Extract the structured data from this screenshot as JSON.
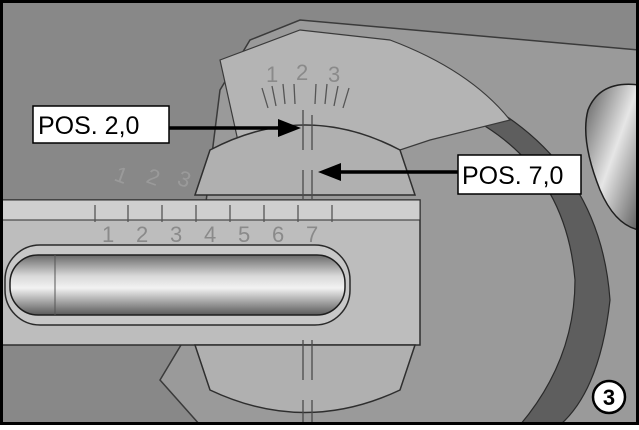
{
  "figure": {
    "labels": {
      "pos_a": "POS. 2,0",
      "pos_b": "POS. 7,0"
    },
    "arc_scale_numbers": [
      "1",
      "2",
      "3"
    ],
    "linear_scale_numbers": [
      "1",
      "2",
      "3",
      "4",
      "5",
      "6",
      "7"
    ],
    "step_number": "3"
  }
}
